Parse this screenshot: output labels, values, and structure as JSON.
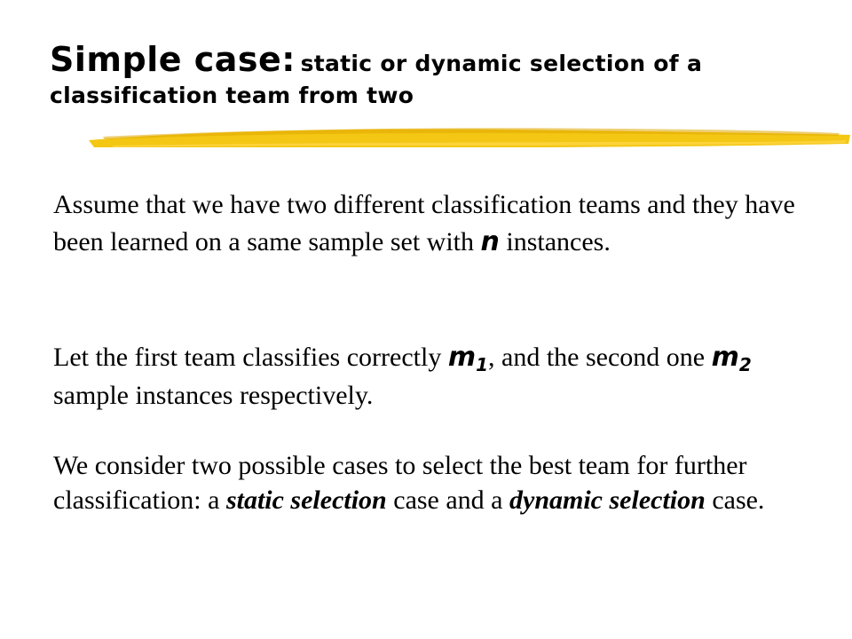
{
  "title": {
    "main": "Simple case:",
    "sub": "static or dynamic selection of a classification team from two"
  },
  "highlight_color": "#f2c200",
  "paragraphs": {
    "p1": {
      "text_a": "Assume that we have two different classification teams and they have been learned on a same sample set with",
      "var_n": "n",
      "text_b": "instances."
    },
    "p2": {
      "text_a": "Let the first team classifies correctly",
      "var_m1": "m",
      "sub_1": "1",
      "text_b": ", and the second one",
      "var_m2": "m",
      "sub_2": "2",
      "text_c": "sample instances respectively."
    },
    "p3": {
      "text_a": "We consider two possible cases to select the best team for further classification: a",
      "em_static": "static selection",
      "text_b": "case and a",
      "em_dynamic": "dynamic selection",
      "text_c": "case."
    }
  }
}
